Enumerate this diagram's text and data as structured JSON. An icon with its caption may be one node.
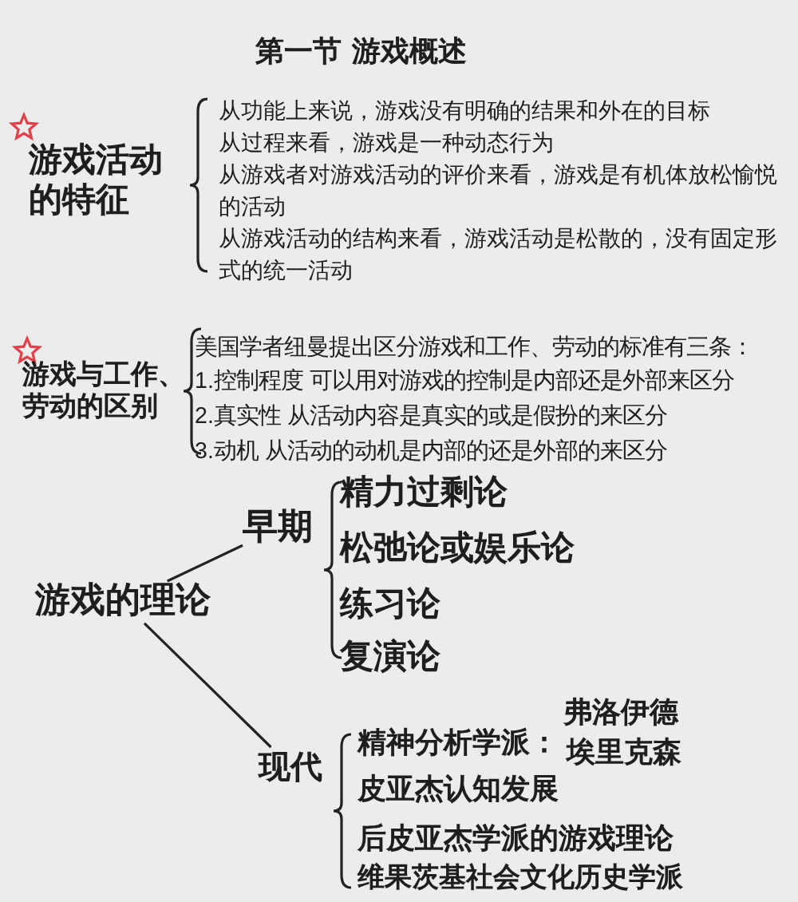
{
  "diagram": {
    "title": "第一节 游戏概述",
    "nodes": [
      {
        "text": [
          "游戏的理论"
        ]
      },
      {
        "text": [
          "早期"
        ]
      },
      {
        "text": [
          "现代"
        ]
      }
    ],
    "edges": [
      {
        "from": 0,
        "to": 1,
        "arrow": "none"
      },
      {
        "from": 0,
        "to": 2,
        "arrow": "none"
      }
    ],
    "labels": [
      "游戏活动的特征",
      "从功能上来说，游戏没有明确的结果和外在的目标",
      "从过程来看，游戏是一种动态行为",
      "从游戏者对游戏活动的评价来看，游戏是有机体放松愉悦的活动",
      "从游戏活动的结构来看，游戏活动是松散的，没有固定形式的统一活动",
      "游戏与工作、劳动的区别",
      "美国学者纽曼提出区分游戏和工作、劳动的标准有三条：",
      "1.控制程度 可以用对游戏的控制是内部还是外部来区分",
      "2.真实性 从活动内容是真实的或是假扮的来区分",
      "3.动机 从活动的动机是内部的还是外部的来区分",
      "精力过剩论",
      "松弛论或娱乐论",
      "练习论",
      "复演论",
      "精神分析学派：",
      "弗洛伊德",
      "埃里克森",
      "皮亚杰认知发展",
      "后皮亚杰学派的游戏理论",
      "维果茨基社会文化历史学派"
    ]
  }
}
